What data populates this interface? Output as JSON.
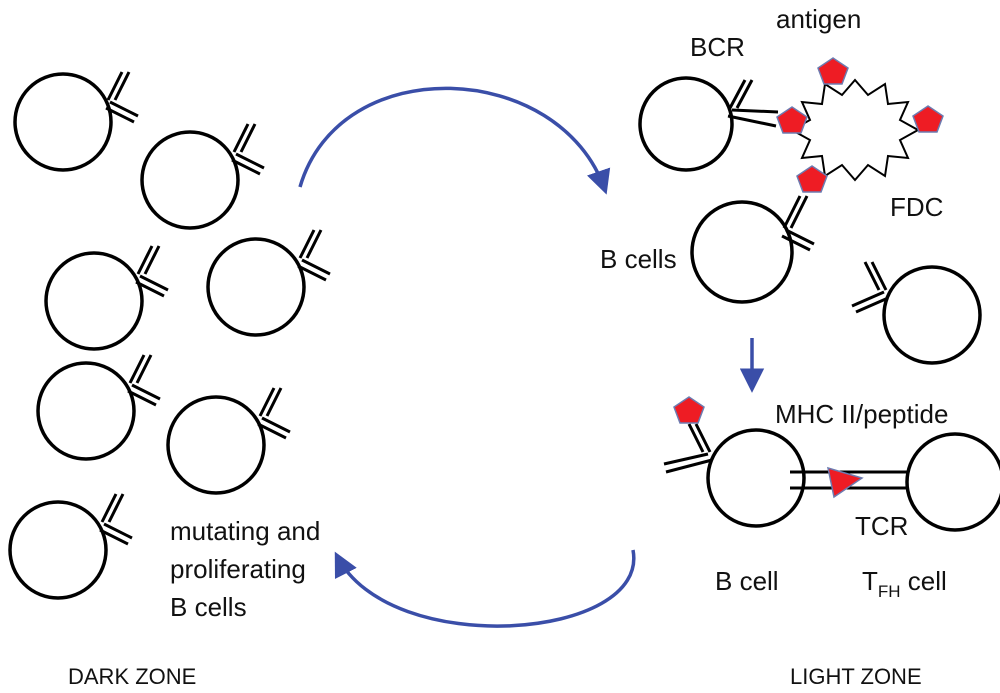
{
  "labels": {
    "antigen": "antigen",
    "bcr": "BCR",
    "fdc": "FDC",
    "b_cells": "B cells",
    "mhc": "MHC II/peptide",
    "tcr": "TCR",
    "b_cell": "B cell",
    "tfh_main": "T",
    "tfh_sub": "FH",
    "tfh_rest": " cell",
    "mutating_line1": "mutating and",
    "mutating_line2": "proliferating",
    "mutating_line3": "B cells",
    "dark_zone": "DARK ZONE",
    "light_zone": "LIGHT ZONE"
  },
  "colors": {
    "antigen_fill": "#ee1c24",
    "arrow": "#3a4ea8",
    "cell_stroke": "#000000"
  }
}
